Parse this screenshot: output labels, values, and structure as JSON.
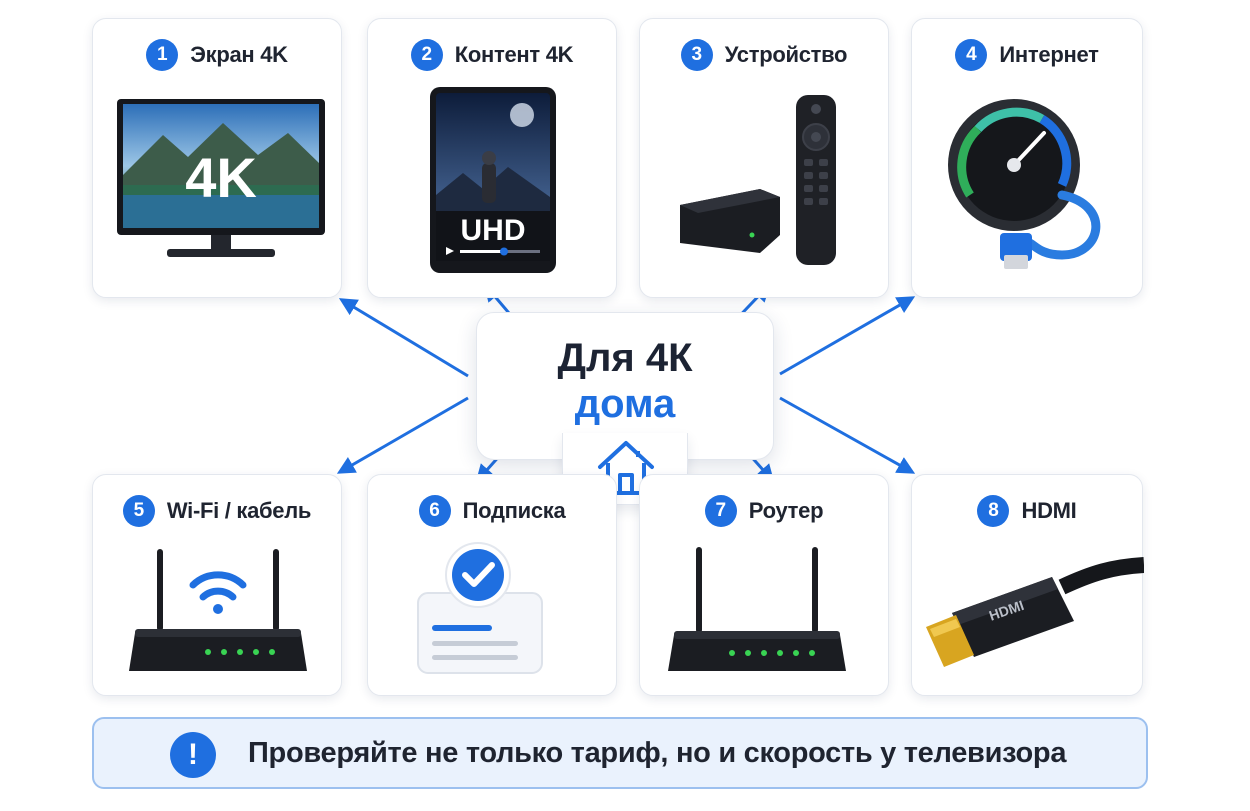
{
  "center": {
    "title": "Для 4К",
    "subtitle": "дома",
    "icon": "house-icon"
  },
  "cards": [
    {
      "number": "1",
      "label": "Экран 4K",
      "icon": "tv-4k-icon",
      "overlay_text": "4K"
    },
    {
      "number": "2",
      "label": "Контент 4K",
      "icon": "tablet-uhd-icon",
      "overlay_text": "UHD"
    },
    {
      "number": "3",
      "label": "Устройство",
      "icon": "streaming-box-remote-icon"
    },
    {
      "number": "4",
      "label": "Интернет",
      "icon": "speedometer-ethernet-icon"
    },
    {
      "number": "5",
      "label": "Wi-Fi / кабель",
      "icon": "wifi-router-icon"
    },
    {
      "number": "6",
      "label": "Подписка",
      "icon": "subscription-check-icon"
    },
    {
      "number": "7",
      "label": "Роутер",
      "icon": "router-icon"
    },
    {
      "number": "8",
      "label": "HDMI",
      "icon": "hdmi-cable-icon",
      "overlay_text": "HDMI"
    }
  ],
  "note": {
    "icon": "!",
    "text": "Проверяйте не только тариф, но и скорость у телевизора"
  },
  "colors": {
    "accent": "#1f6fe0",
    "text": "#1f2430",
    "note_bg": "#eaf2fd",
    "note_border": "#9cc0ef",
    "led": "#39d353"
  }
}
